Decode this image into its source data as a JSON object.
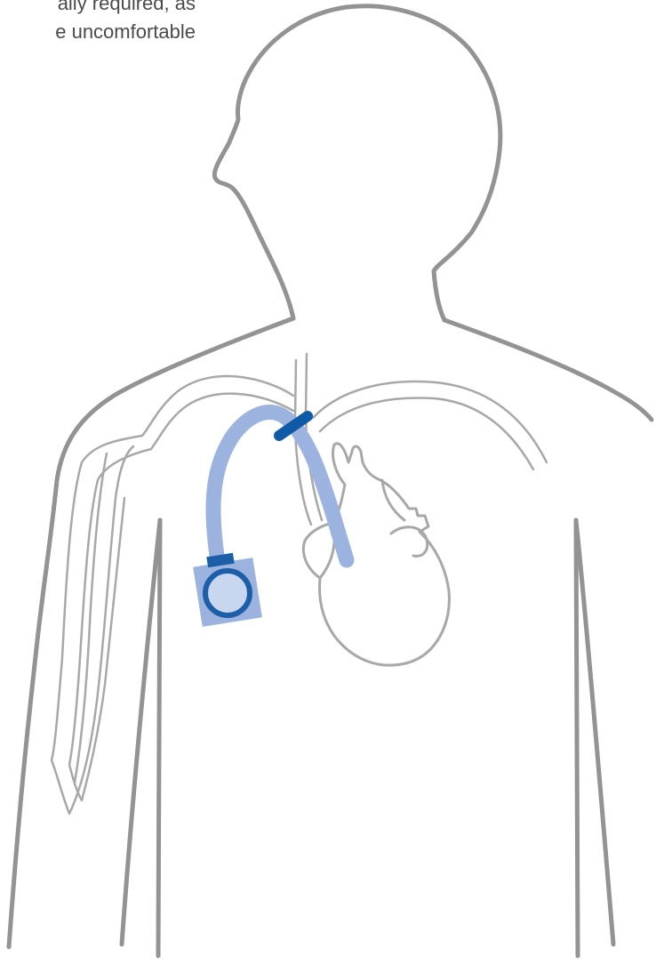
{
  "caption": {
    "line1": "ally required, as",
    "line2": "e uncomfortable"
  },
  "colors": {
    "outline": "#939393",
    "vessel": "#a8a8a8",
    "catheter": "#9db3df",
    "cuff": "#0f5aa6",
    "port_body": "#9db3df",
    "port_ring": "#1c5fa8",
    "port_center": "#c9d6ef"
  },
  "figure": {
    "subject": "human-torso-silhouette",
    "devices": [
      "implanted-port",
      "central-venous-catheter",
      "catheter-cuff"
    ],
    "organs": [
      "heart"
    ]
  }
}
